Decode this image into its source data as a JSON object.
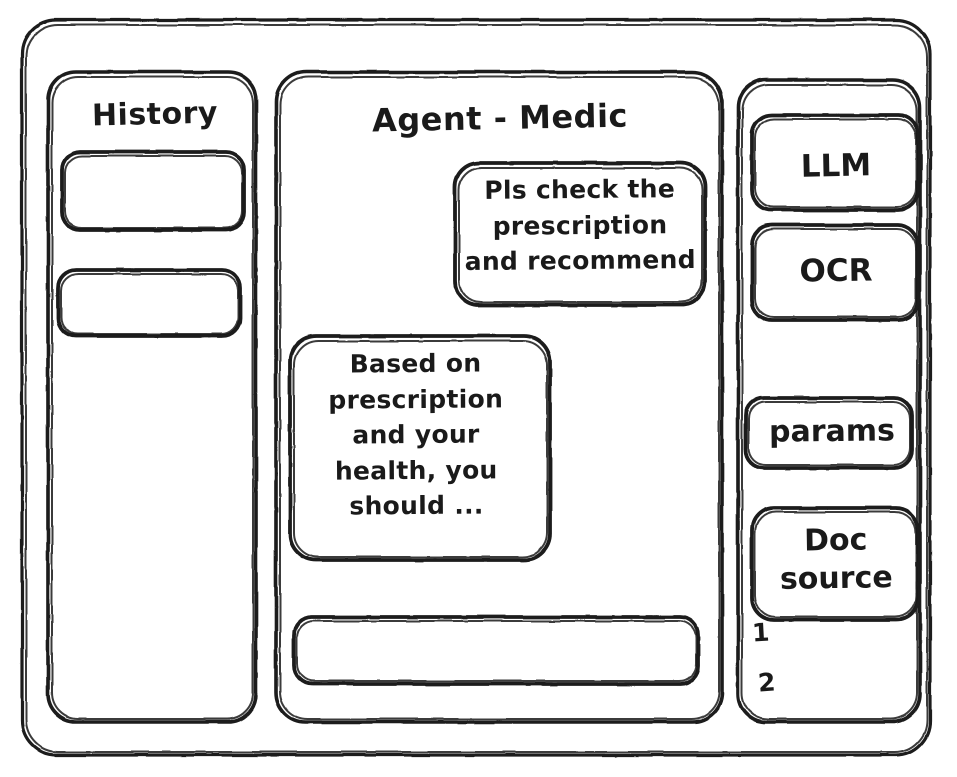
{
  "window": {
    "name": "agent-medic-wireframe"
  },
  "history_panel": {
    "title": "History",
    "items": [
      {
        "label": ""
      },
      {
        "label": ""
      }
    ]
  },
  "main_panel": {
    "title": "Agent - Medic",
    "messages": [
      {
        "role": "user",
        "text": "Pls check the prescription and recommend"
      },
      {
        "role": "agent",
        "text": "Based on prescription and your health, you should ..."
      }
    ],
    "composer": {
      "value": "",
      "placeholder": ""
    }
  },
  "tools_panel": {
    "tools": [
      {
        "label": "LLM"
      },
      {
        "label": "OCR"
      },
      {
        "label": "params"
      },
      {
        "label": "Doc source"
      }
    ],
    "doc_source_items": [
      {
        "label": "1"
      },
      {
        "label": "2"
      }
    ]
  },
  "colors": {
    "ink": "#1a1a1a",
    "paper": "#ffffff"
  }
}
